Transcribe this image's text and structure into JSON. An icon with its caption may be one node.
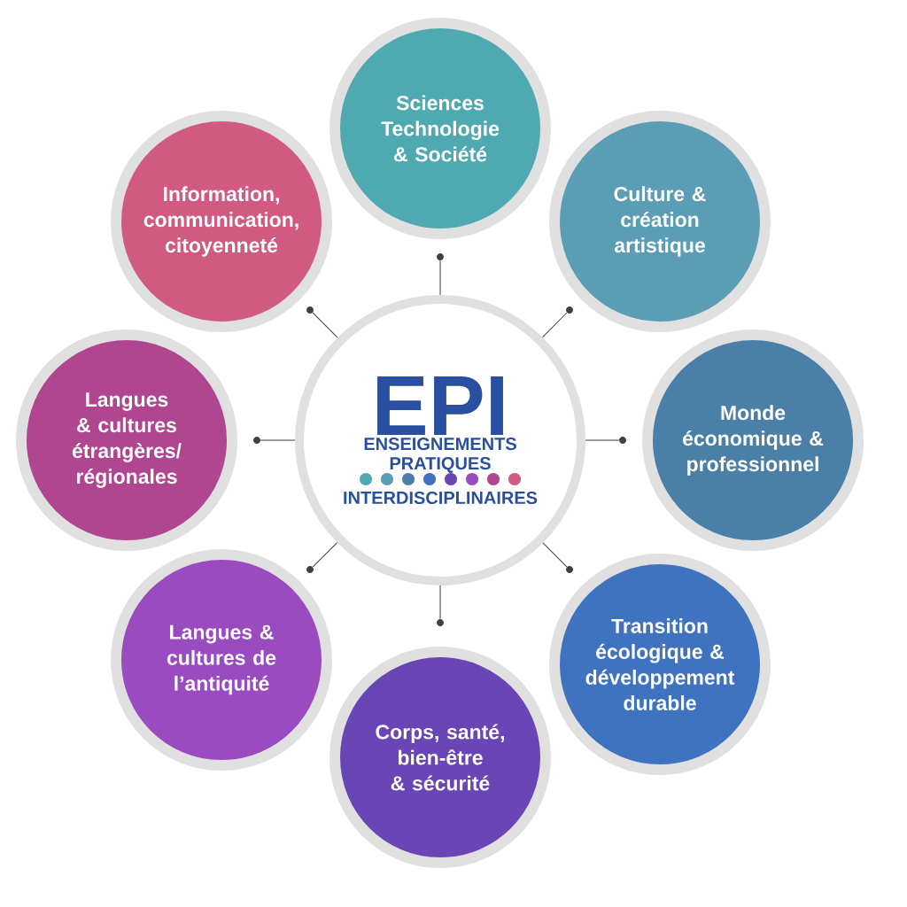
{
  "diagram": {
    "nodes": [
      {
        "text": [
          "EPI",
          "ENSEIGNEMENTS PRATIQUES",
          "INTERDISCIPLINAIRES"
        ]
      },
      {
        "text": [
          "Sciences Technologie & Société"
        ]
      },
      {
        "text": [
          "Culture & création artistique"
        ]
      },
      {
        "text": [
          "Monde économique & professionnel"
        ]
      },
      {
        "text": [
          "Transition écologique & développement durable"
        ]
      },
      {
        "text": [
          "Corps, santé, bien-être & sécurité"
        ]
      },
      {
        "text": [
          "Langues & cultures de l’antiquité"
        ]
      },
      {
        "text": [
          "Langues & cultures étrangères/ régionales"
        ]
      },
      {
        "text": [
          "Information, communication, citoyenneté"
        ]
      },
      {
        "text": [],
        "shape": "circle"
      },
      {
        "text": [],
        "shape": "circle"
      },
      {
        "text": [],
        "shape": "circle"
      },
      {
        "text": [],
        "shape": "circle"
      },
      {
        "text": [],
        "shape": "circle"
      },
      {
        "text": [],
        "shape": "circle"
      },
      {
        "text": [],
        "shape": "circle"
      },
      {
        "text": [],
        "shape": "circle"
      }
    ],
    "edges": [
      {
        "from": 0,
        "to": 9,
        "arrow": "none"
      },
      {
        "from": 0,
        "to": 10,
        "arrow": "none"
      },
      {
        "from": 0,
        "to": 11,
        "arrow": "none"
      },
      {
        "from": 0,
        "to": 12,
        "arrow": "none"
      },
      {
        "from": 0,
        "to": 13,
        "arrow": "none"
      },
      {
        "from": 0,
        "to": 14,
        "arrow": "none"
      },
      {
        "from": 0,
        "to": 15,
        "arrow": "none"
      },
      {
        "from": 0,
        "to": 16,
        "arrow": "none"
      }
    ]
  }
}
